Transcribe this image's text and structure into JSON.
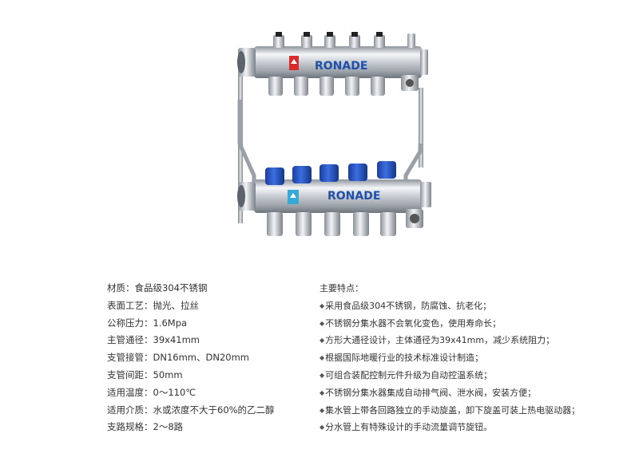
{
  "product": {
    "brand_top": "RONADE",
    "brand_bottom": "RONADE",
    "colors": {
      "knob_blue": "#2255cc",
      "steel": "#c8ccd2",
      "brand_blue": "#1f4fa8",
      "tag_red": "#d82b2b",
      "tag_cyan": "#36a9d6"
    }
  },
  "specs": {
    "items": [
      {
        "label": "材质",
        "value": "食品级304不锈钢"
      },
      {
        "label": "表面工艺",
        "value": "抛光、拉丝"
      },
      {
        "label": "公称压力",
        "value": "1.6Mpa"
      },
      {
        "label": "主管通径",
        "value": "39x41mm"
      },
      {
        "label": "支管接管",
        "value": "DN16mm、DN20mm"
      },
      {
        "label": "支管间距",
        "value": "50mm"
      },
      {
        "label": "适用温度",
        "value": "0～110℃"
      },
      {
        "label": "适用介质",
        "value": "水或浓度不大于60%的乙二醇"
      },
      {
        "label": "支路规格",
        "value": "2～8路"
      }
    ]
  },
  "features": {
    "title": "主要特点：",
    "bullet": "◆",
    "items": [
      "采用食品级304不锈钢，防腐蚀、抗老化；",
      "不锈钢分集水器不会氧化变色，使用寿命长；",
      "方形大通径设计，主体通径为39x41mm，减少系统阻力；",
      "根据国际地暖行业的技术标准设计制造；",
      "可组合装配控制元件升级为自动控温系统；",
      "不锈钢分集水器集成自动排气阀、泄水阀，安装方便；",
      "集水管上带各回路独立的手动旋盖，卸下旋盖可装上热电驱动器；",
      "分水管上有特殊设计的手动流量调节旋钮。"
    ]
  }
}
